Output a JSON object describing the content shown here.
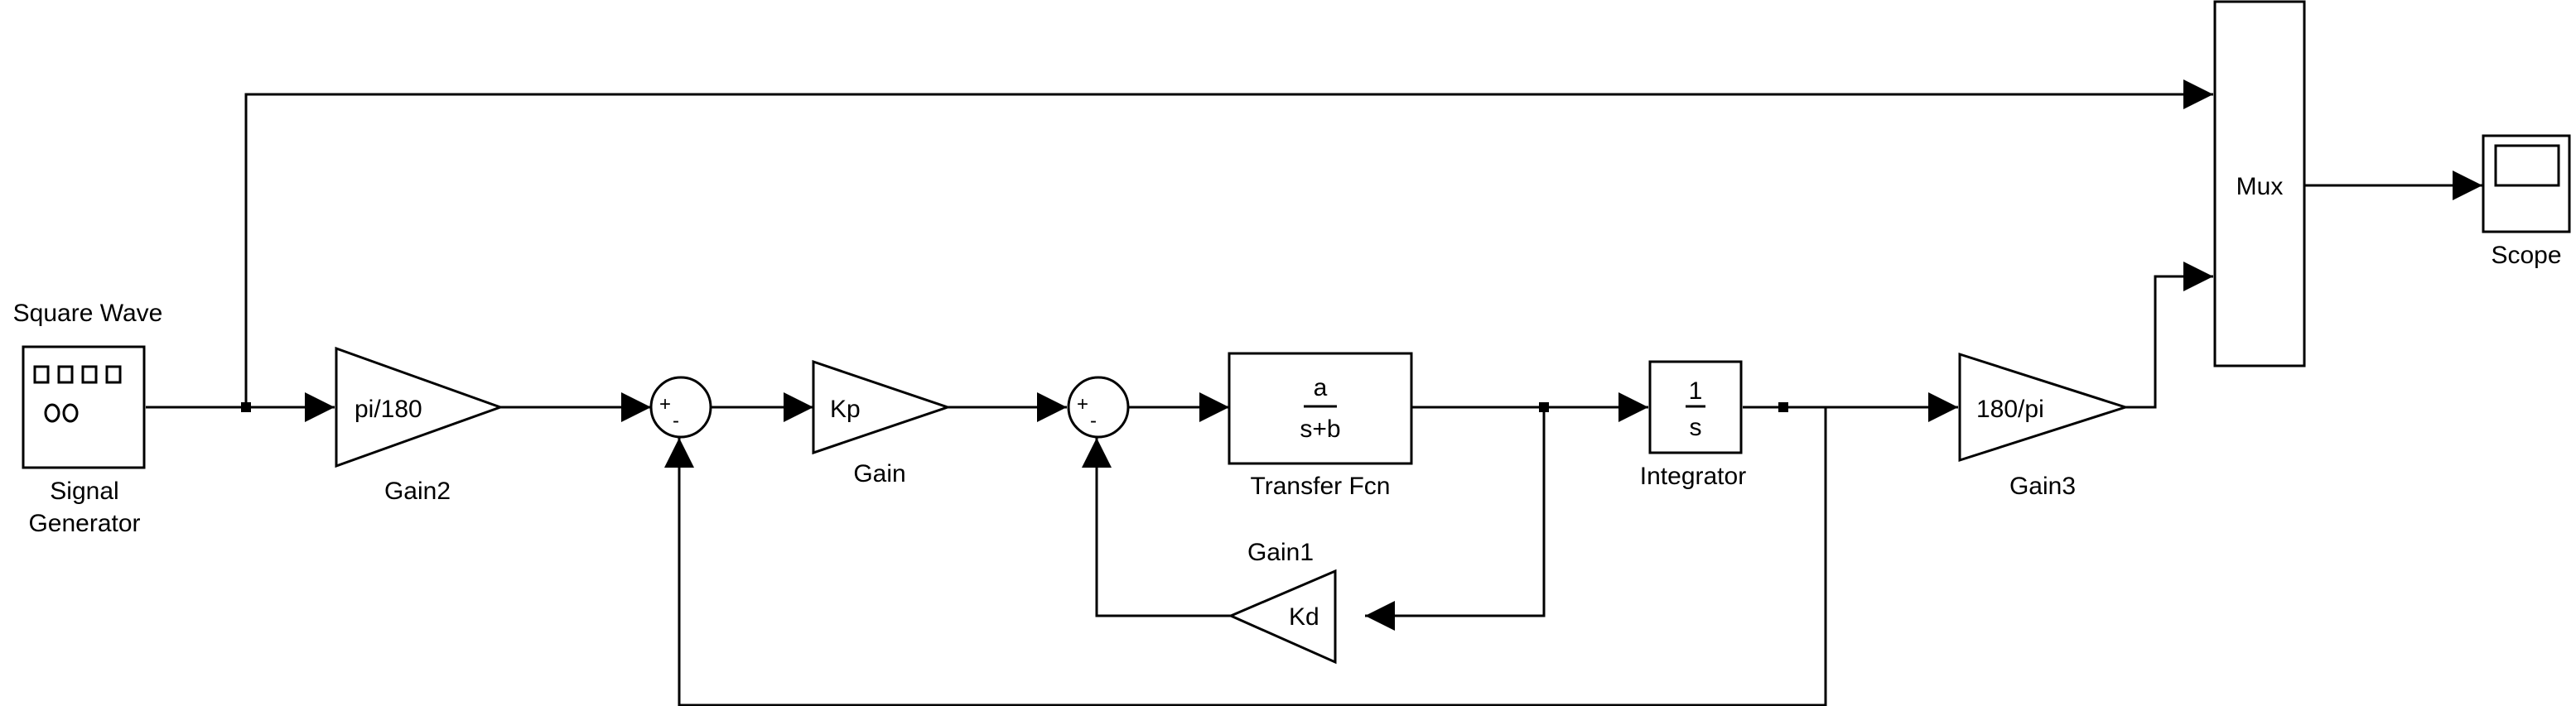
{
  "blocks": {
    "signal_generator": {
      "title": "Square Wave",
      "name_line1": "Signal",
      "name_line2": "Generator"
    },
    "gain2": {
      "value": "pi/180",
      "name": "Gain2"
    },
    "sum1": {
      "plus": "+",
      "minus": "-"
    },
    "gain": {
      "value": "Kp",
      "name": "Gain"
    },
    "sum2": {
      "plus": "+",
      "minus": "-"
    },
    "transfer_fcn": {
      "numerator": "a",
      "denominator": "s+b",
      "name": "Transfer Fcn"
    },
    "gain1": {
      "value": "Kd",
      "name": "Gain1"
    },
    "integrator": {
      "numerator": "1",
      "denominator": "s",
      "name": "Integrator"
    },
    "gain3": {
      "value": "180/pi",
      "name": "Gain3"
    },
    "mux": {
      "name": "Mux"
    },
    "scope": {
      "name": "Scope"
    }
  },
  "colors": {
    "line": "#000000",
    "background": "#ffffff"
  }
}
